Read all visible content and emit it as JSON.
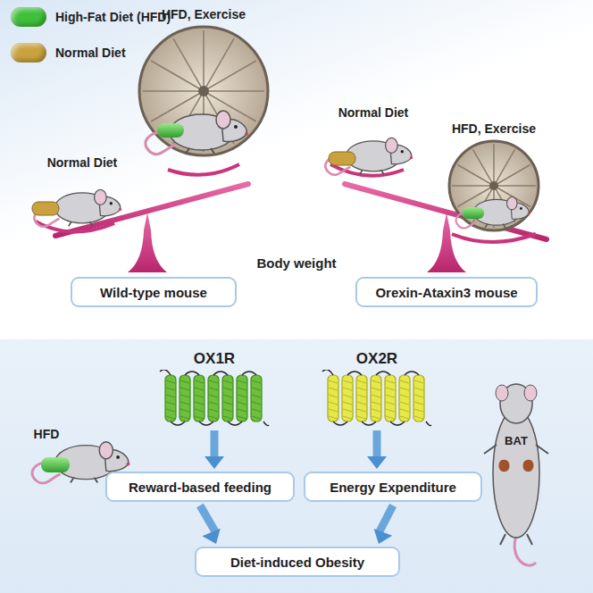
{
  "diagram": {
    "nodes": [
      {
        "text": [
          "Wild-type mouse"
        ]
      },
      {
        "text": [
          "Orexin-Ataxin3 mouse"
        ]
      },
      {
        "text": [
          "OX1R"
        ]
      },
      {
        "text": [
          "OX2R"
        ]
      },
      {
        "text": [
          "Reward-based feeding"
        ]
      },
      {
        "text": [
          "Energy Expenditure"
        ]
      },
      {
        "text": [
          "Diet-induced Obesity"
        ]
      }
    ],
    "edges": [
      {
        "from": 2,
        "to": 4,
        "arrow": "to"
      },
      {
        "from": 3,
        "to": 5,
        "arrow": "to"
      },
      {
        "from": 4,
        "to": 6,
        "arrow": "to"
      },
      {
        "from": 5,
        "to": 6,
        "arrow": "to"
      }
    ],
    "labels": [
      "HFD, Exercise",
      "Normal Diet",
      "Normal Diet",
      "HFD, Exercise",
      "Body weight",
      "HFD",
      "BAT"
    ],
    "legend": [
      {
        "text": "High-Fat Diet (HFD)",
        "color": "#3fbf3a"
      },
      {
        "text": "Normal Diet",
        "color": "#c9a23f"
      }
    ]
  }
}
